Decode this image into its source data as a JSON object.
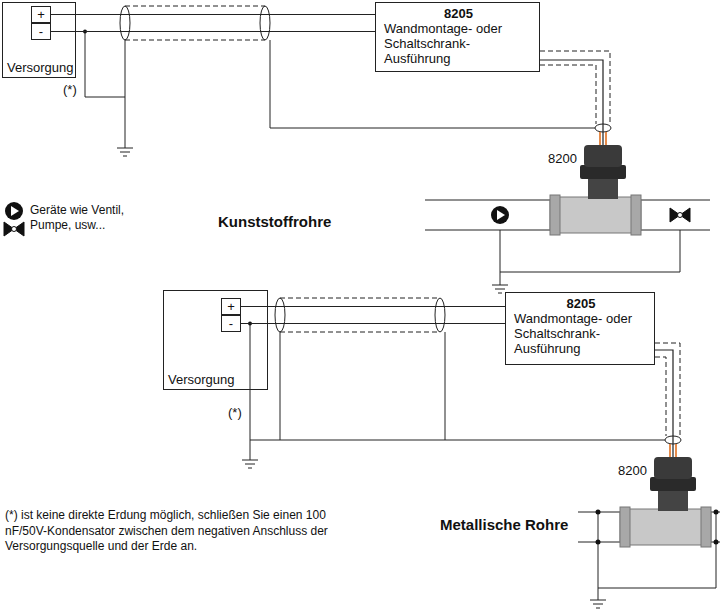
{
  "diagram": {
    "nodes": [
      {
        "text": [
          "Versorgung"
        ]
      },
      {
        "text": [
          "+"
        ],
        "in": 0
      },
      {
        "text": [
          "-"
        ],
        "in": 0
      },
      {
        "text": [
          "8205",
          "Wandmontage- oder Schaltschrank-Ausführung"
        ]
      },
      {
        "text": [
          "8200"
        ]
      },
      {
        "text": [
          "Versorgung"
        ]
      },
      {
        "text": [
          "+"
        ],
        "in": 5
      },
      {
        "text": [
          "-"
        ],
        "in": 5
      },
      {
        "text": [
          "8205",
          "Wandmontage- oder Schaltschrank-Ausführung"
        ]
      },
      {
        "text": [
          "8200"
        ]
      }
    ],
    "edges": [
      {
        "from": 1,
        "to": 3,
        "arrow": "none"
      },
      {
        "from": 2,
        "to": 3,
        "arrow": "none"
      },
      {
        "from": 3,
        "to": 4,
        "arrow": "none"
      },
      {
        "from": 6,
        "to": 8,
        "arrow": "none"
      },
      {
        "from": 7,
        "to": 8,
        "arrow": "none"
      },
      {
        "from": 8,
        "to": 9,
        "arrow": "none"
      }
    ],
    "labels": [
      "(*)",
      "Kunststoffrohre",
      "(*)",
      "Metallische Rohre",
      "(*) ist keine direkte Erdung möglich, schließen Sie einen 100 nF/50V-Kondensator zwischen dem negativen Anschluss der Versorgungsquelle und der Erde an."
    ],
    "legend": [
      {
        "text": "Geräte wie Ventil, Pumpe, usw..."
      }
    ]
  }
}
